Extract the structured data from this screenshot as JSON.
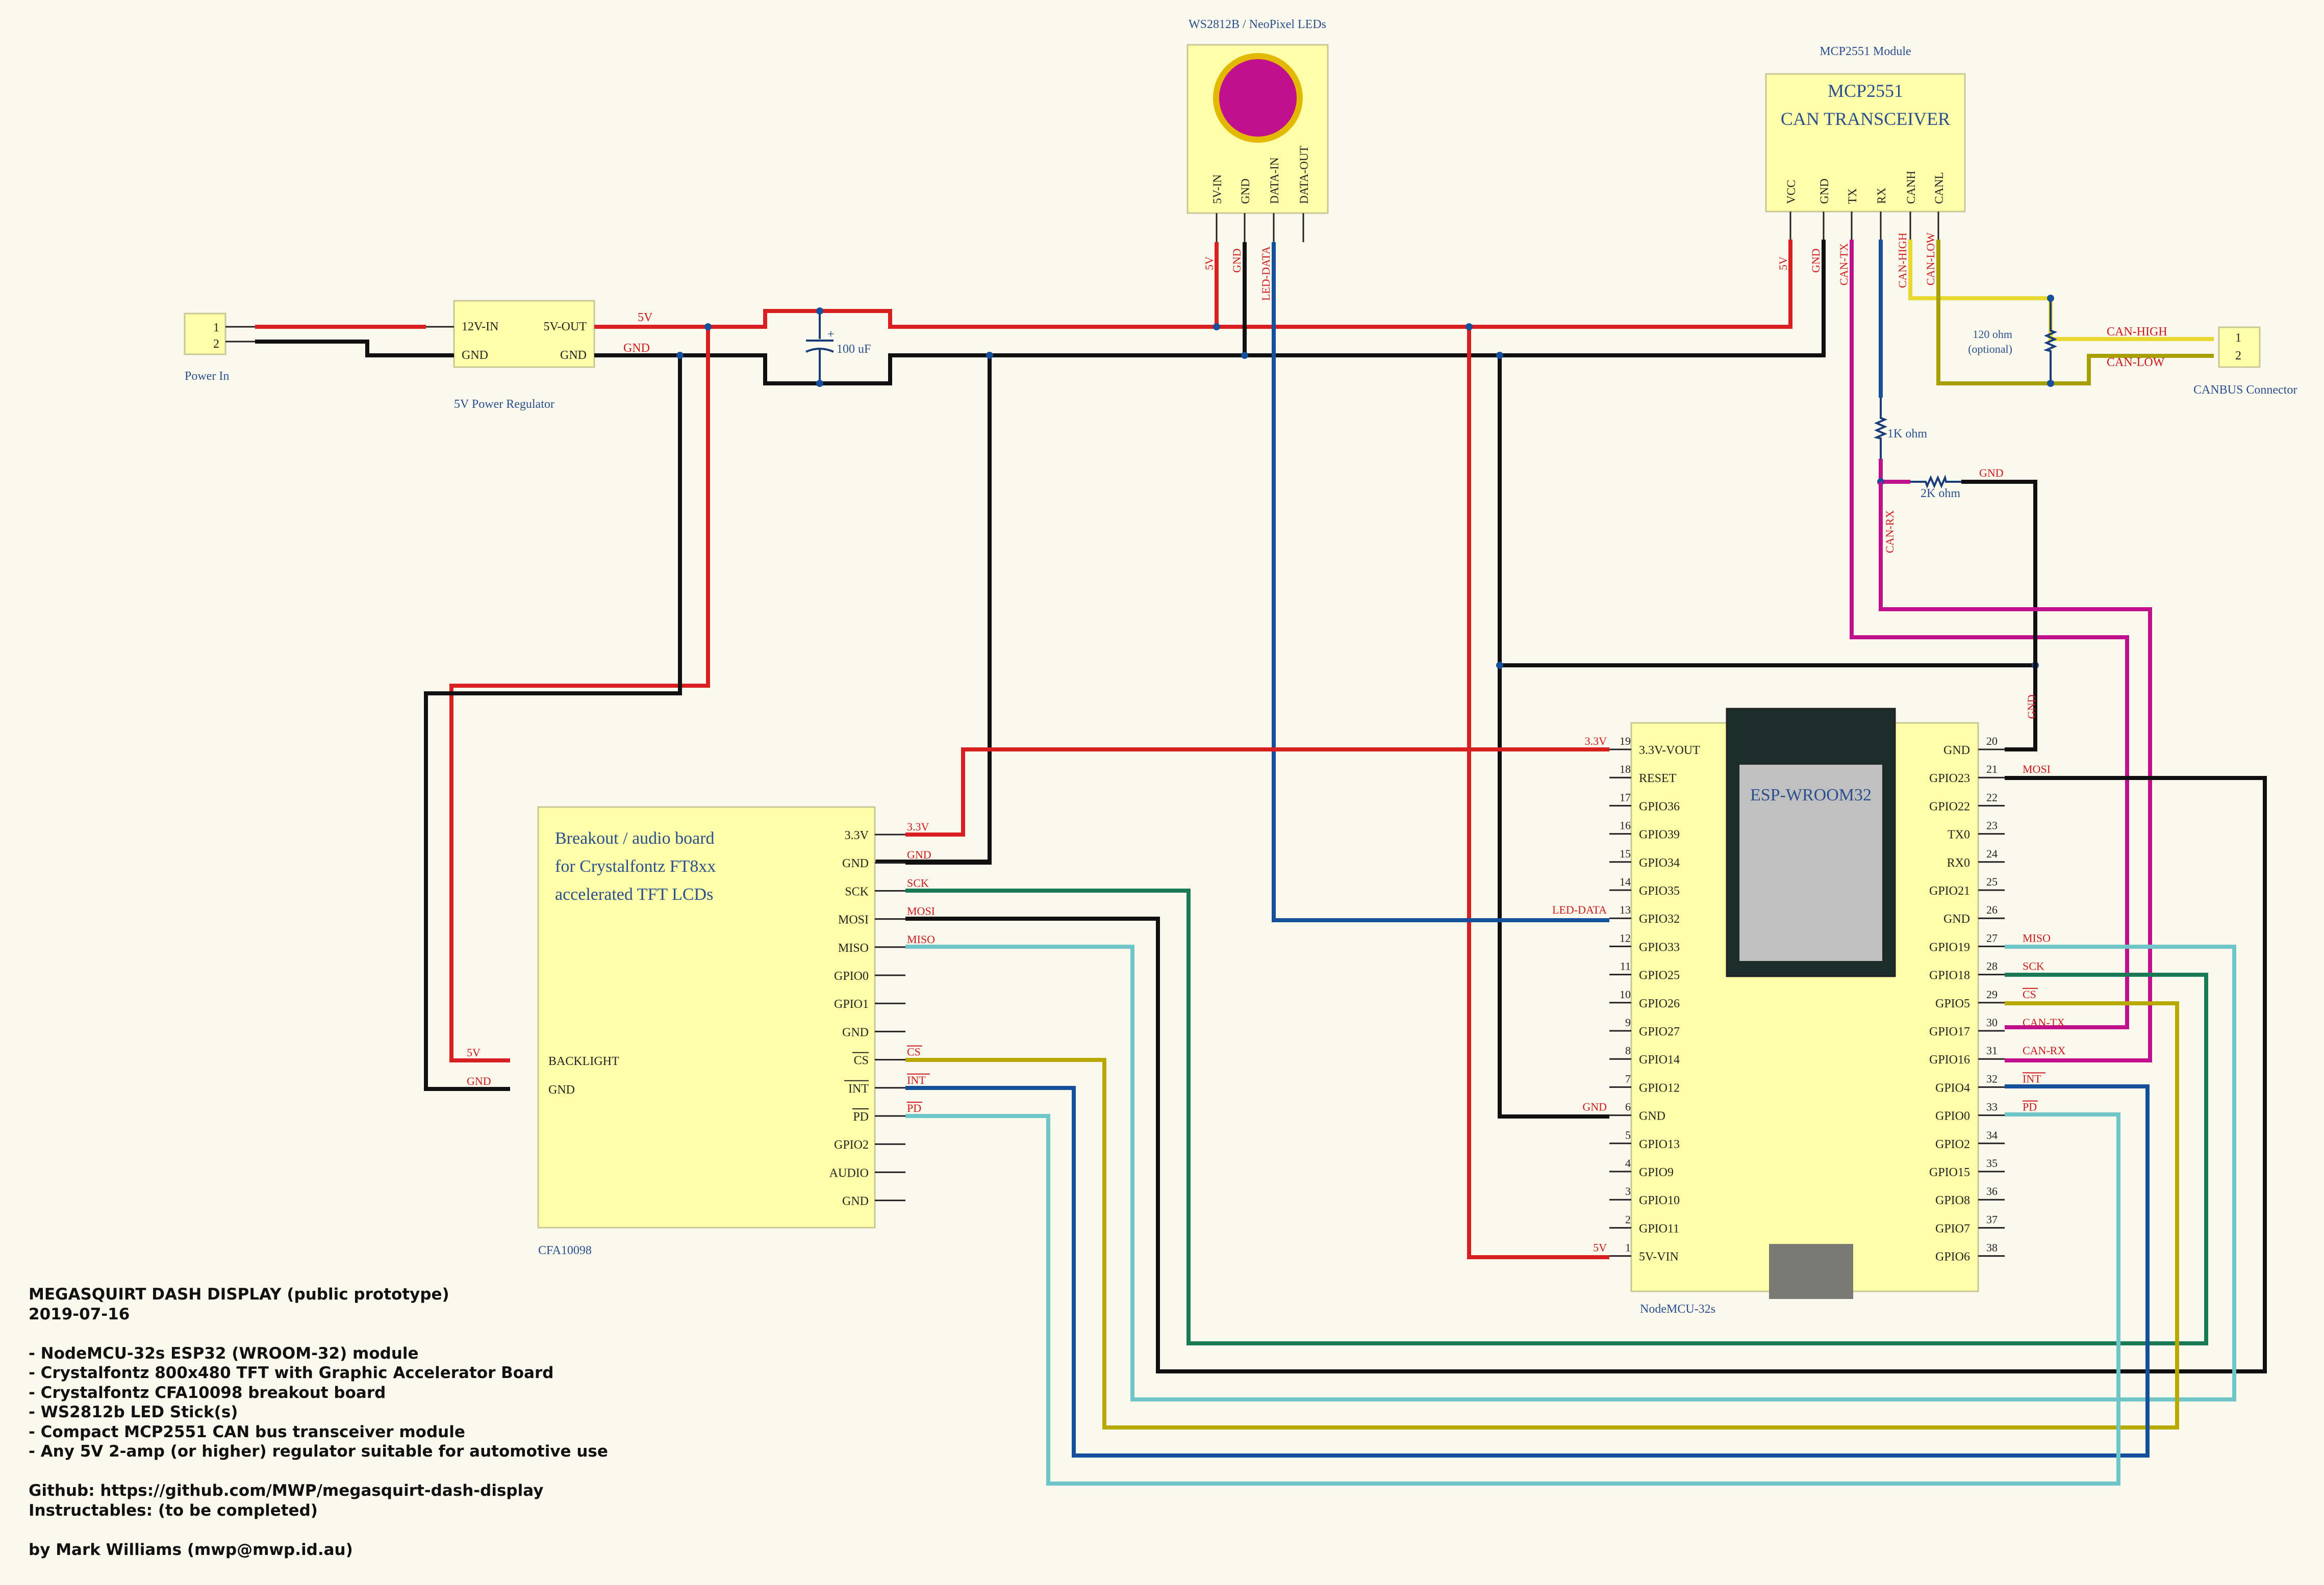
{
  "colors": {
    "background": "#fbf8ee",
    "module_fill": "#ffffaa",
    "module_stroke": "#c8c896",
    "wire_5v": "#d82020",
    "wire_gnd": "#101010",
    "wire_data": "#164f9a",
    "wire_sck": "#1a7a55",
    "wire_miso": "#6ec6c8",
    "wire_cs": "#b8a800",
    "wire_can": "#c0108e",
    "wire_canh": "#e8d830",
    "wire_canl": "#a8a000",
    "label_red": "#cc1818",
    "title_blue": "#2a4f8e",
    "neopixel": "#c0108e"
  },
  "power_in": {
    "caption": "Power In",
    "pins": [
      "1",
      "2"
    ]
  },
  "regulator": {
    "caption": "5V Power Regulator",
    "left_pins": [
      "12V-IN",
      "GND"
    ],
    "right_pins": [
      "5V-OUT",
      "GND"
    ]
  },
  "capacitor": {
    "label": "100 uF",
    "polarity": "+"
  },
  "led": {
    "title": "WS2812B / NeoPixel LEDs",
    "pins": [
      "5V-IN",
      "GND",
      "DATA-IN",
      "DATA-OUT"
    ],
    "net_labels": [
      "5V",
      "GND",
      "LED-DATA"
    ]
  },
  "mcp": {
    "title": "MCP2551 Module",
    "name_line1": "MCP2551",
    "name_line2": "CAN TRANSCEIVER",
    "pins": [
      "VCC",
      "GND",
      "TX",
      "RX",
      "CANH",
      "CANL"
    ],
    "net_labels": [
      "5V",
      "GND",
      "CAN-TX",
      "CAN-HIGH",
      "CAN-LOW"
    ]
  },
  "terminator": {
    "label1": "120 ohm",
    "label2": "(optional)",
    "net_high": "CAN-HIGH",
    "net_low": "CAN-LOW"
  },
  "canbus": {
    "caption": "CANBUS Connector",
    "pins": [
      "1",
      "2"
    ]
  },
  "divider": {
    "r1": "1K ohm",
    "r2": "2K ohm",
    "net_rx": "CAN-RX",
    "net_gnd": "GND"
  },
  "breakout": {
    "title1": "Breakout / audio board",
    "title2": "for Crystalfontz FT8xx",
    "title3": "accelerated TFT LCDs",
    "caption": "CFA10098",
    "right_pins": [
      "3.3V",
      "GND",
      "SCK",
      "MOSI",
      "MISO",
      "GPIO0",
      "GPIO1",
      "GND",
      "CS",
      "INT",
      "PD",
      "GPIO2",
      "AUDIO",
      "GND"
    ],
    "right_nets": [
      "3.3V",
      "GND",
      "SCK",
      "MOSI",
      "MISO",
      "",
      "",
      "",
      "CS",
      "INT",
      "PD",
      "",
      "",
      ""
    ],
    "left_pins": [
      "BACKLIGHT",
      "GND"
    ],
    "left_nets": [
      "5V",
      "GND"
    ]
  },
  "nodemcu": {
    "caption": "NodeMCU-32s",
    "chip": "ESP-WROOM32",
    "left_pins": [
      "3.3V-VOUT",
      "RESET",
      "GPIO36",
      "GPIO39",
      "GPIO34",
      "GPIO35",
      "GPIO32",
      "GPIO33",
      "GPIO25",
      "GPIO26",
      "GPIO27",
      "GPIO14",
      "GPIO12",
      "GND",
      "GPIO13",
      "GPIO9",
      "GPIO10",
      "GPIO11",
      "5V-VIN"
    ],
    "left_nums": [
      "19",
      "18",
      "17",
      "16",
      "15",
      "14",
      "13",
      "12",
      "11",
      "10",
      "9",
      "8",
      "7",
      "6",
      "5",
      "4",
      "3",
      "2",
      "1"
    ],
    "left_nets": [
      "3.3V",
      "",
      "",
      "",
      "",
      "",
      "LED-DATA",
      "",
      "",
      "",
      "",
      "",
      "",
      "GND",
      "",
      "",
      "",
      "",
      "5V"
    ],
    "right_pins": [
      "GND",
      "GPIO23",
      "GPIO22",
      "TX0",
      "RX0",
      "GPIO21",
      "GND",
      "GPIO19",
      "GPIO18",
      "GPIO5",
      "GPIO17",
      "GPIO16",
      "GPIO4",
      "GPIO0",
      "GPIO2",
      "GPIO15",
      "GPIO8",
      "GPIO7",
      "GPIO6"
    ],
    "right_nums": [
      "20",
      "21",
      "22",
      "23",
      "24",
      "25",
      "26",
      "27",
      "28",
      "29",
      "30",
      "31",
      "32",
      "33",
      "34",
      "35",
      "36",
      "37",
      "38"
    ],
    "right_nets": [
      "",
      "MOSI",
      "",
      "",
      "",
      "",
      "",
      "MISO",
      "SCK",
      "CS",
      "CAN-TX",
      "CAN-RX",
      "INT",
      "PD",
      "",
      "",
      "",
      "",
      ""
    ],
    "gnd_vertical_net": "GND"
  },
  "notes": [
    "MEGASQUIRT DASH DISPLAY (public prototype)",
    "2019-07-16",
    "",
    "- NodeMCU-32s ESP32 (WROOM-32) module",
    "- Crystalfontz 800x480 TFT with Graphic Accelerator Board",
    "- Crystalfontz CFA10098 breakout board",
    "- WS2812b LED Stick(s)",
    "- Compact MCP2551 CAN bus transceiver module",
    "- Any 5V 2-amp (or higher) regulator suitable for automotive use",
    "",
    "Github: https://github.com/MWP/megasquirt-dash-display",
    "Instructables: (to be completed)",
    "",
    "by Mark Williams (mwp@mwp.id.au)"
  ]
}
